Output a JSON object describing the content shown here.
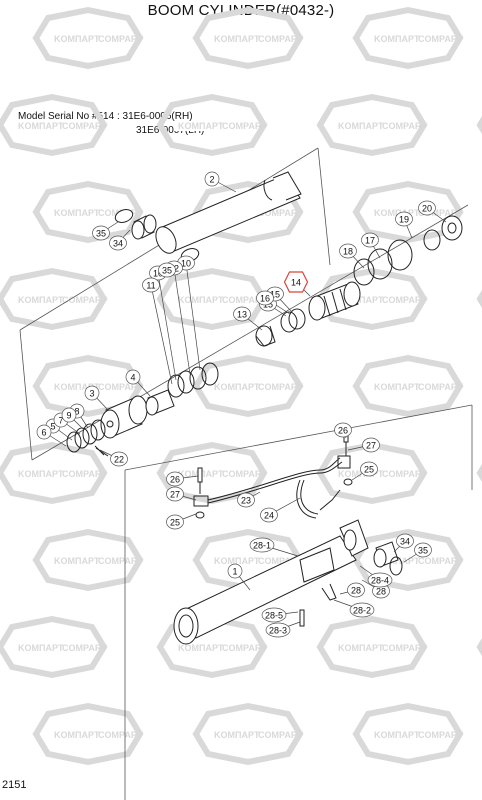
{
  "title": "BOOM CYLINDER(#0432-)",
  "serial": {
    "line1": "Model Serial No #514 : 31E6-0006(RH)",
    "line2": "31E6-0007(LH)"
  },
  "page_number": "2151",
  "watermark": {
    "left_text": "KOMПAPT",
    "right_text": "COMPART",
    "color": "#d9d9d9"
  },
  "highlight_color": "#d6453a",
  "callouts": [
    "1",
    "2",
    "3",
    "4",
    "5",
    "6",
    "7",
    "8",
    "9",
    "10",
    "10",
    "11",
    "12",
    "13",
    "14",
    "15",
    "15",
    "16",
    "17",
    "18",
    "19",
    "20",
    "22",
    "23",
    "24",
    "25",
    "25",
    "26",
    "26",
    "27",
    "27",
    "28",
    "28",
    "28-1",
    "28-2",
    "28-3",
    "28-4",
    "28-5",
    "34",
    "34",
    "35",
    "35",
    "35"
  ]
}
